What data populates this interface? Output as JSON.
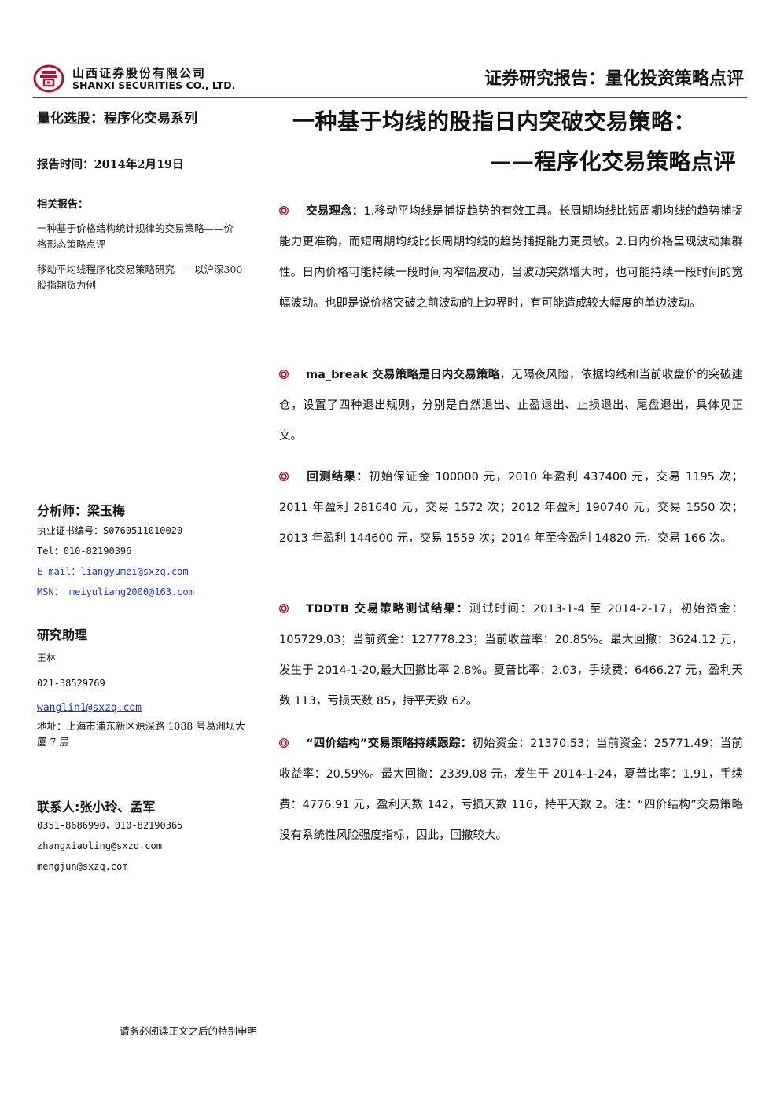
{
  "company": {
    "name_cn": "山西证券股份有限公司",
    "name_en": "SHANXI SECURITIES CO., LTD.",
    "brand_color": "#b3122c"
  },
  "report_type": "证券研究报告：量化投资策略点评",
  "series": "量化选股：程序化交易系列",
  "report_date": "报告时间：2014年2月19日",
  "title": {
    "line1": "一种基于均线的股指日内突破交易策略：",
    "line2": "——程序化交易策略点评"
  },
  "related_reports": {
    "heading": "相关报告：",
    "items": [
      "一种基于价格结构统计规律的交易策略——价格形态策略点评",
      "移动平均线程序化交易策略研究——以沪深300股指期货为例"
    ]
  },
  "analyst": {
    "heading": "分析师：梁玉梅",
    "cert": "执业证书编号：S0760511010020",
    "tel": "Tel：010-82190396",
    "email": "E-mail：liangyumei@sxzq.com",
    "msn": "MSN： meiyuliang2000@163.com"
  },
  "assistant": {
    "heading": "研究助理",
    "name": "王林",
    "phone": "021-38529769",
    "email": "wanglin1@sxzq.com",
    "address": "地址：上海市浦东新区源深路 1088 号葛洲坝大厦 7 层"
  },
  "contact": {
    "heading": "联系人:张小玲、孟军",
    "phone": "0351-8686990，010-82190365",
    "email1": "zhangxiaoling@sxzq.com",
    "email2": "mengjun@sxzq.com"
  },
  "paragraphs": [
    {
      "keyword": "交易理念：",
      "text": "1.移动平均线是捕捉趋势的有效工具。长周期均线比短周期均线的趋势捕捉能力更准确，而短周期均线比长周期均线的趋势捕捉能力更灵敏。2.日内价格呈现波动集群性。日内价格可能持续一段时间内窄幅波动，当波动突然增大时，也可能持续一段时间的宽幅波动。也即是说价格突破之前波动的上边界时，有可能造成较大幅度的单边波动。"
    },
    {
      "keyword": "ma_break 交易策略是日内交易策略",
      "text": "，无隔夜风险，依据均线和当前收盘价的突破建仓，设置了四种退出规则，分别是自然退出、止盈退出、止损退出、尾盘退出，具体见正文。"
    },
    {
      "keyword": "回测结果：",
      "text": "初始保证金 100000 元，2010 年盈利 437400 元，交易 1195 次；2011 年盈利 281640 元，交易 1572 次；2012 年盈利 190740 元，交易 1550 次；2013 年盈利 144600 元，交易 1559 次；2014 年至今盈利 14820 元，交易 166 次。"
    },
    {
      "keyword": "TDDTB 交易策略测试结果：",
      "text": "测试时间：2013-1-4 至 2014-2-17，初始资金：105729.03；当前资金：127778.23；当前收益率：20.85%。最大回撤：3624.12 元，发生于 2014-1-20,最大回撤比率 2.8%。夏普比率：2.03，手续费：6466.27 元，盈利天数 113，亏损天数 85，持平天数 62。"
    },
    {
      "keyword": "“四价结构”交易策略持续跟踪：",
      "text": "初始资金：21370.53；当前资金：25771.49；当前收益率：20.59%。最大回撤：2339.08 元，发生于 2014-1-24，夏普比率：1.91，手续费：4776.91 元，盈利天数 142，亏损天数 116，持平天数 2。注：“四价结构”交易策略没有系统性风险强度指标，因此，回撤较大。"
    }
  ],
  "footer_note": "请务必阅读正文之后的特别申明"
}
